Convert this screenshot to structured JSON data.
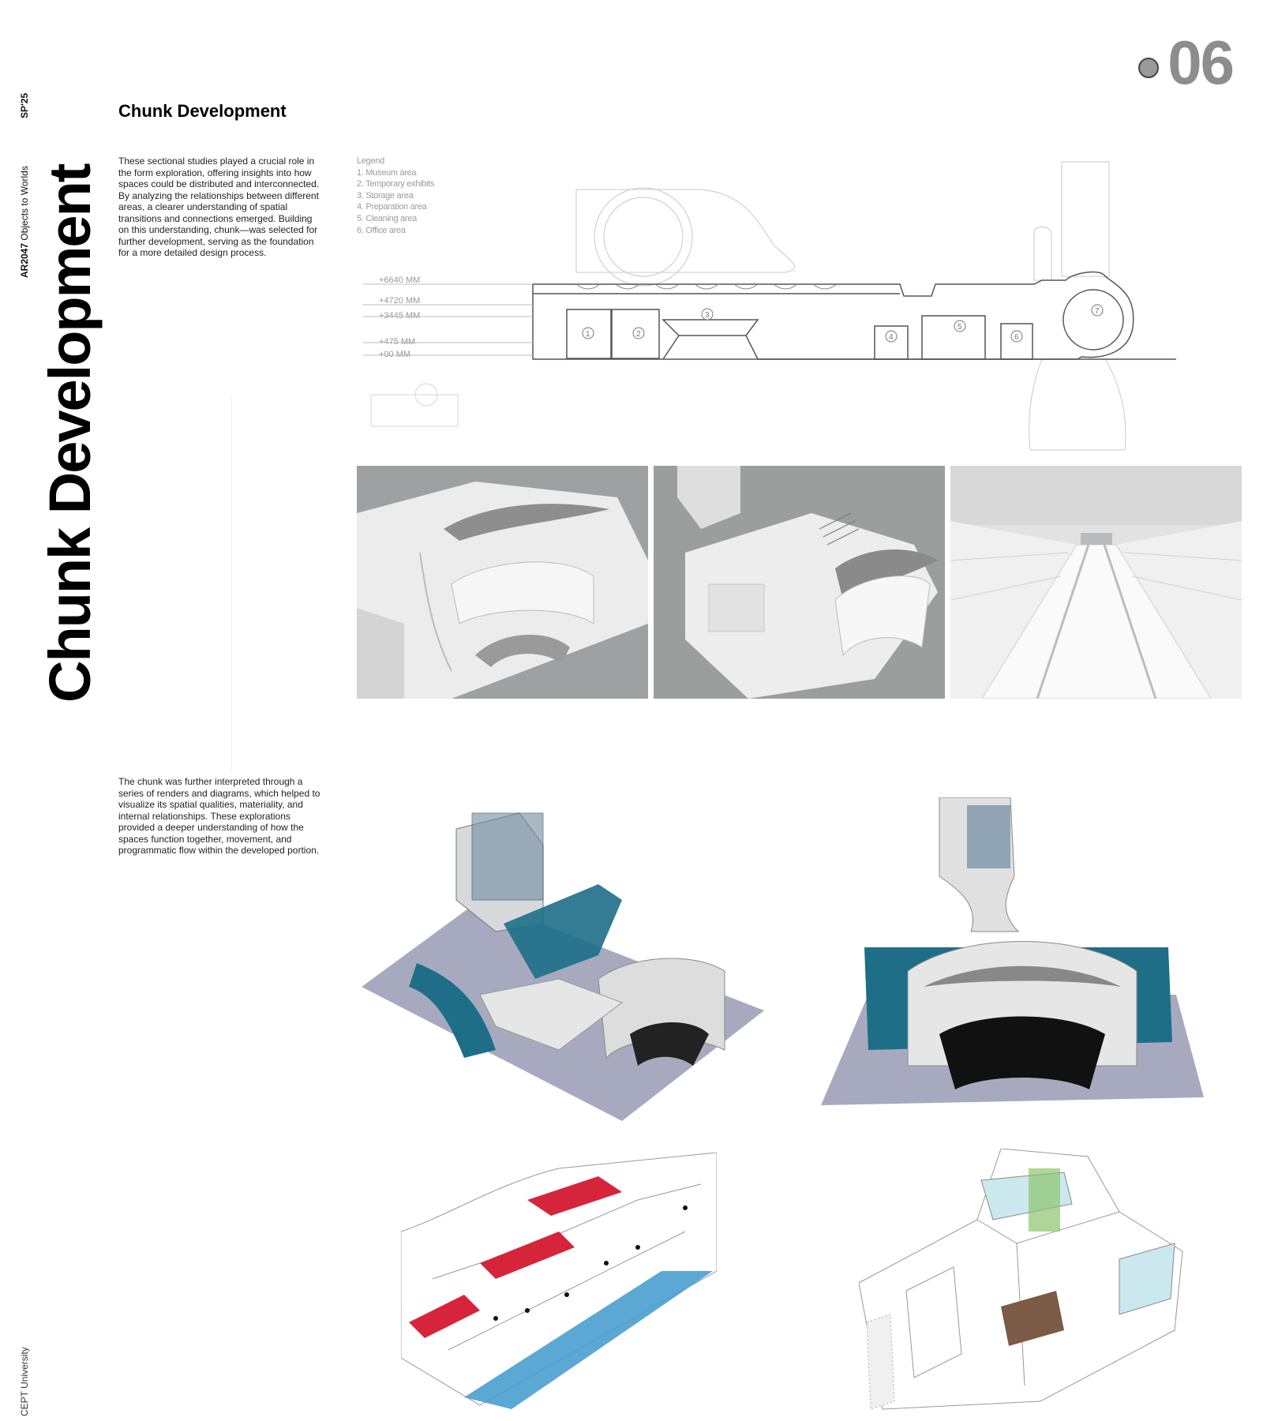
{
  "rail": {
    "semester": "SP'25",
    "course_code": "AR2047",
    "course_name": "Objects to Worlds",
    "university": "CEPT University"
  },
  "big_title": "Chunk Development",
  "page_number": "06",
  "heading": "Chunk Development",
  "paragraphs": {
    "p1": "These sectional studies played a crucial role in the form exploration, offering insights into how spaces could be distributed and interconnected. By analyzing the relationships between different areas, a clearer understanding of spatial transitions and connections emerged. Building on this understanding, chunk—was selected for further development, serving as the foundation for a more detailed design process.",
    "p2": "The  chunk was further interpreted through a series of  renders and diagrams, which helped to visualize its spatial qualities, materiality, and internal relationships. These explorations provided a deeper understanding of how the spaces function together, movement, and programmatic flow within the developed portion."
  },
  "legend": {
    "title": "Legend",
    "items": [
      "1. Museum area",
      "2. Temporary exhibits",
      "3. Storage area",
      "4. Preparation area",
      "5. Cleaning area",
      "6. Office area"
    ]
  },
  "section": {
    "levels": [
      "+6640 MM",
      "+4720 MM",
      "+3445 MM",
      "+475 MM",
      "+00 MM"
    ],
    "room_numbers": [
      "1",
      "2",
      "3",
      "4",
      "5",
      "6",
      "7"
    ]
  },
  "colors": {
    "teal": "#1e6e88",
    "red": "#d6243a",
    "blue": "#4a9fd0",
    "green": "#8cc46e",
    "page_number_gray": "#8d8d8d"
  }
}
